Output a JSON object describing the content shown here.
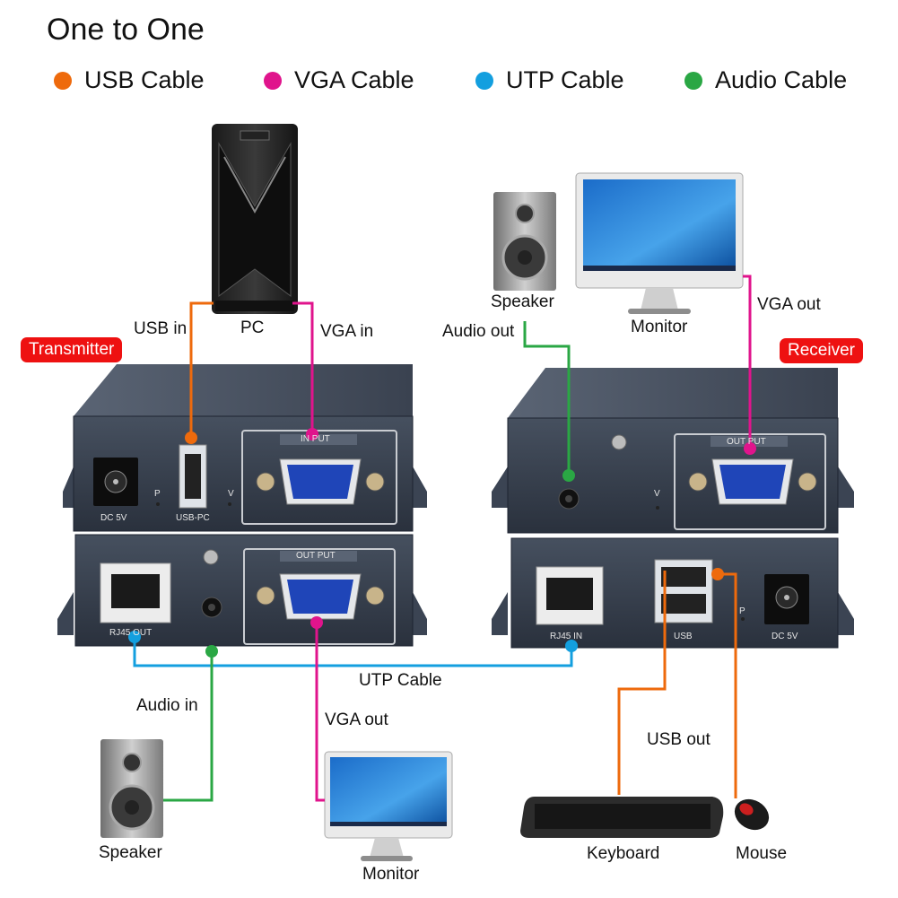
{
  "title": "One to One",
  "legend": [
    {
      "label": "USB Cable",
      "color": "#ee6a0c"
    },
    {
      "label": "VGA Cable",
      "color": "#e0148c"
    },
    {
      "label": "UTP Cable",
      "color": "#139fdf"
    },
    {
      "label": "Audio Cable",
      "color": "#2aa744"
    }
  ],
  "badges": {
    "transmitter": "Transmitter",
    "receiver": "Receiver"
  },
  "devices": {
    "pc": "PC",
    "monitor_top": "Monitor",
    "speaker_top": "Speaker",
    "speaker_bottom": "Speaker",
    "monitor_bottom": "Monitor",
    "keyboard": "Keyboard",
    "mouse": "Mouse"
  },
  "cable_labels": {
    "usb_in": "USB in",
    "vga_in": "VGA in",
    "audio_out": "Audio out",
    "vga_out_top": "VGA out",
    "utp_cable": "UTP Cable",
    "audio_in": "Audio in",
    "vga_out_bottom": "VGA out",
    "usb_out": "USB out"
  },
  "port_labels": {
    "dc5v_tx": "DC 5V",
    "usb_pc": "USB-PC",
    "p_tx": "P",
    "v_tx": "V",
    "input": "IN PUT",
    "rj45_out": "RJ45  OUT",
    "output_tx": "OUT PUT",
    "output_rx": "OUT PUT",
    "v_rx": "V",
    "rj45_in": "RJ45  IN",
    "usb_rx": "USB",
    "p_rx": "P",
    "dc5v_rx": "DC 5V"
  }
}
